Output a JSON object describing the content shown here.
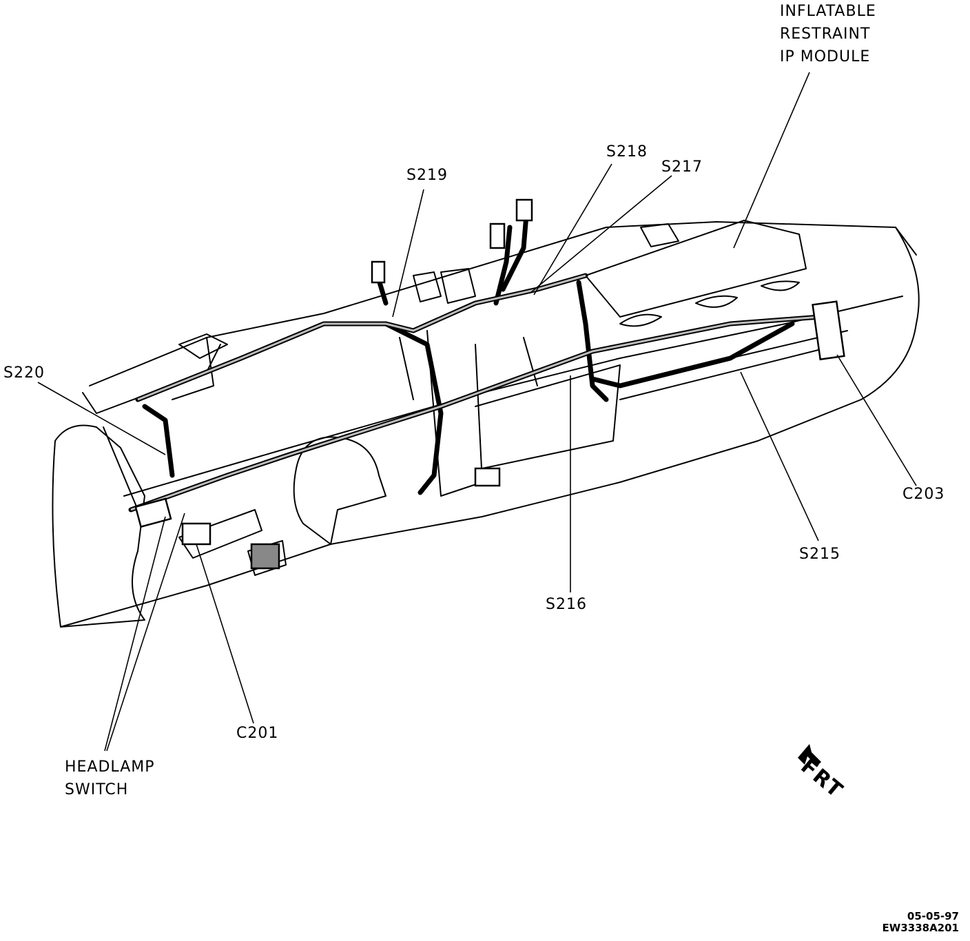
{
  "callouts": {
    "inflatable_restraint": [
      "INFLATABLE",
      "RESTRAINT",
      "IP MODULE"
    ],
    "s218": "S218",
    "s217": "S217",
    "s219": "S219",
    "s220": "S220",
    "c203": "C203",
    "s215": "S215",
    "s216": "S216",
    "c201": "C201",
    "headlamp_switch": [
      "HEADLAMP",
      "SWITCH"
    ]
  },
  "orientation": {
    "label": "FRT",
    "icon": "front-arrow-icon"
  },
  "footer": {
    "date": "05-05-97",
    "code": "EW3338A201"
  }
}
